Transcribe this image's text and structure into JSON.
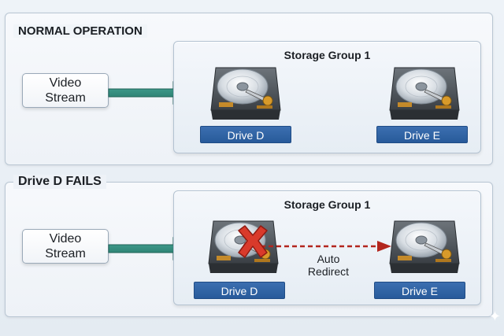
{
  "normal": {
    "title": "NORMAL OPERATION",
    "source_line1": "Video",
    "source_line2": "Stream",
    "storage_title": "Storage Group 1",
    "drive_left": "Drive D",
    "drive_right": "Drive E"
  },
  "failure": {
    "title": "Drive D FAILS",
    "source_line1": "Video",
    "source_line2": "Stream",
    "storage_title": "Storage Group 1",
    "drive_left": "Drive D",
    "drive_right": "Drive E",
    "redirect_line1": "Auto",
    "redirect_line2": "Redirect"
  },
  "colors": {
    "flow_arrow": "#2e8a7b",
    "redirect_arrow": "#b3261e",
    "fail_mark": "#d93a2b",
    "drive_label": "#2f62a3"
  },
  "icons": [
    "hard-drive-icon",
    "fail-x-icon",
    "arrow-right-icon",
    "sparkle-icon"
  ]
}
